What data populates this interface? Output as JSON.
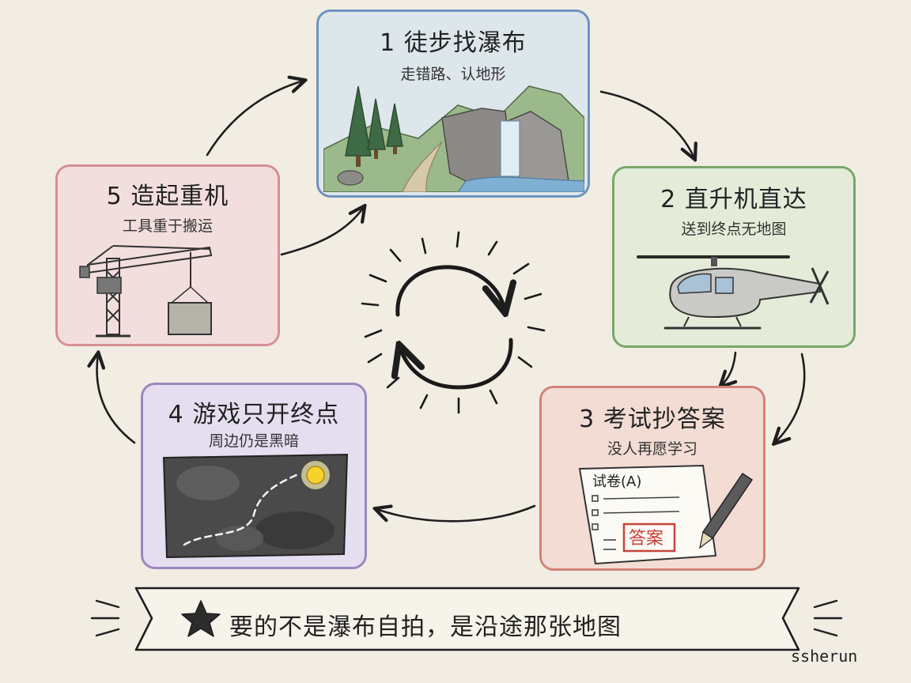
{
  "steps": [
    {
      "number": "1",
      "title": "徒步找瀑布",
      "subtitle": "走错路、认地形"
    },
    {
      "number": "2",
      "title": "直升机直达",
      "subtitle": "送到终点无地图"
    },
    {
      "number": "3",
      "title": "考试抄答案",
      "subtitle": "没人再愿学习",
      "paper_title": "试卷(A)",
      "stamp": "答案"
    },
    {
      "number": "4",
      "title": "游戏只开终点",
      "subtitle": "周边仍是黑暗"
    },
    {
      "number": "5",
      "title": "造起重机",
      "subtitle": "工具重于搬运"
    }
  ],
  "banner": {
    "text": "要的不是瀑布自拍，是沿途那张地图",
    "icon": "star-icon"
  },
  "signature": "ssherun",
  "colors": {
    "background": "#f1ede3",
    "card1": "#6f93c0",
    "card2": "#78a868",
    "card3": "#d1837a",
    "card4": "#9d86c0",
    "card5": "#d59095",
    "stamp": "#c8433a"
  }
}
